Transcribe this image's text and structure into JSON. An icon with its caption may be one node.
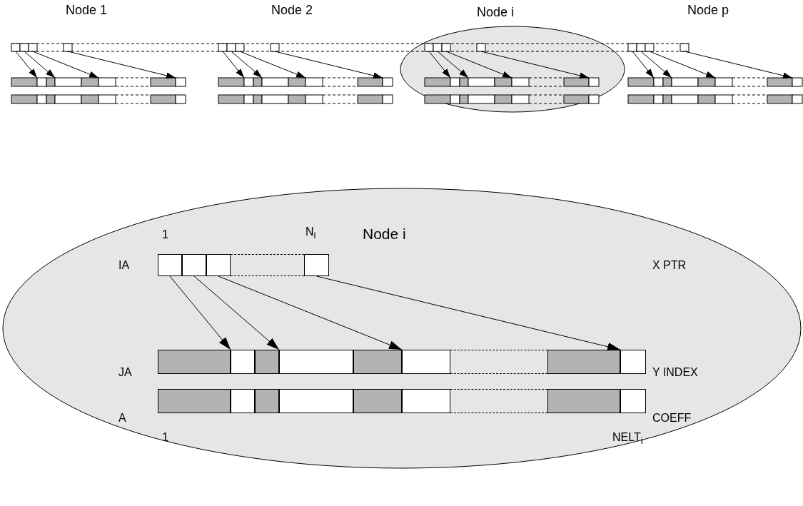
{
  "diagram": {
    "nodes": [
      {
        "text": [
          "Node i"
        ]
      },
      {
        "text": [
          "Node i"
        ]
      },
      {
        "text": [],
        "shape": "box",
        "in": 0
      },
      {
        "text": [],
        "shape": "box",
        "in": 0
      },
      {
        "text": [],
        "shape": "box",
        "in": 0
      },
      {
        "text": [],
        "shape": "box",
        "in": 0
      },
      {
        "text": [],
        "shape": "box",
        "in": 0
      },
      {
        "text": [],
        "shape": "box",
        "in": 0
      },
      {
        "text": [],
        "shape": "box",
        "in": 0
      },
      {
        "text": [],
        "shape": "box",
        "in": 0
      },
      {
        "text": [],
        "shape": "box",
        "in": 0
      },
      {
        "text": [],
        "shape": "box",
        "in": 0
      },
      {
        "text": [],
        "shape": "box",
        "in": 0
      },
      {
        "text": [],
        "shape": "box",
        "in": 0
      },
      {
        "text": [],
        "shape": "box",
        "in": 0
      },
      {
        "text": [],
        "shape": "box",
        "in": 0
      },
      {
        "text": [],
        "shape": "box",
        "in": 0
      },
      {
        "text": [],
        "shape": "box",
        "in": 0
      },
      {
        "text": [],
        "shape": "box",
        "in": 0
      },
      {
        "text": [],
        "shape": "box",
        "in": 0
      },
      {
        "text": [],
        "shape": "box",
        "in": 0
      },
      {
        "text": [],
        "shape": "box",
        "in": 0
      },
      {
        "text": [],
        "shape": "box",
        "in": 0
      },
      {
        "text": [],
        "shape": "box",
        "in": 0
      },
      {
        "text": [],
        "shape": "box",
        "in": 0
      }
    ],
    "edges": [
      {
        "from": 2,
        "to": 7,
        "arrow": "to"
      },
      {
        "from": 3,
        "to": 9,
        "arrow": "to"
      },
      {
        "from": 4,
        "to": 11,
        "arrow": "to"
      },
      {
        "from": 6,
        "to": 14,
        "arrow": "to"
      }
    ],
    "labels": [
      "Node 1",
      "Node 2",
      "Node p",
      "1",
      "N$_{i}$",
      "IA",
      "X PTR",
      "JA",
      "Y INDEX",
      "A",
      "COEFF",
      "1",
      "NELT$_{i}$"
    ]
  }
}
